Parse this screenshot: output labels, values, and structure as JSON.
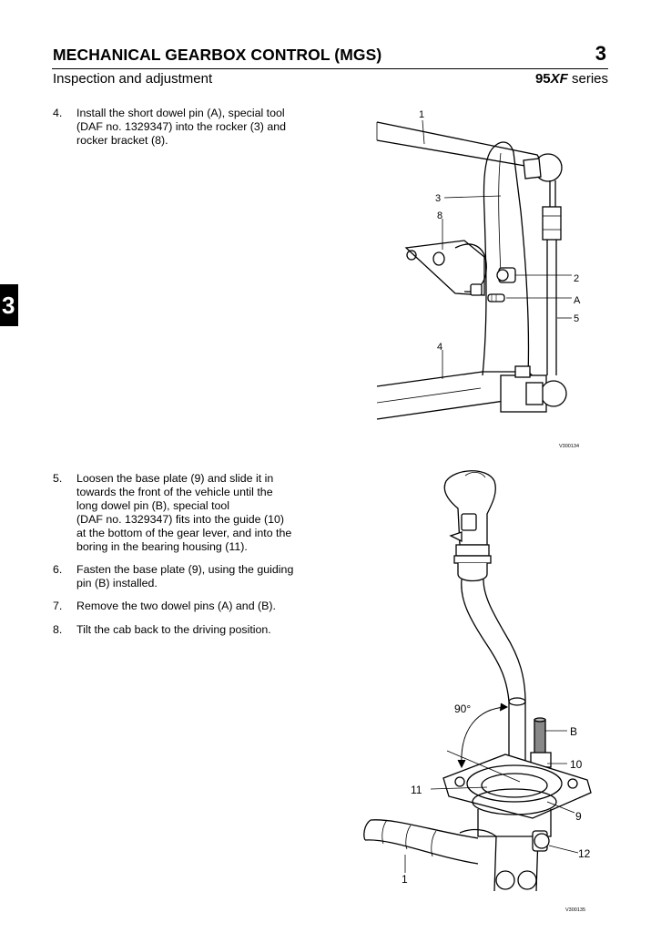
{
  "header": {
    "title": "MECHANICAL GEARBOX CONTROL (MGS)",
    "chapter_number": "3",
    "subtitle": "Inspection and adjustment",
    "series_prefix": "95",
    "series_model": "XF",
    "series_suffix": " series"
  },
  "side_tab": "3",
  "steps": [
    {
      "num": "4.",
      "lines": [
        "Install the short dowel pin (A), special tool",
        "(DAF no. 1329347) into the rocker (3) and",
        "rocker bracket (8)."
      ]
    },
    {
      "num": "5.",
      "lines": [
        "Loosen the base plate (9) and slide it in",
        "towards the front of the vehicle until the",
        "long dowel pin (B), special tool",
        "(DAF no. 1329347) fits into the guide (10)",
        "at the bottom of the gear lever, and into the",
        "boring in the bearing housing (11)."
      ]
    },
    {
      "num": "6.",
      "lines": [
        "Fasten the base plate (9), using the guiding",
        "pin (B) installed."
      ]
    },
    {
      "num": "7.",
      "lines": [
        "Remove the two dowel pins (A) and (B)."
      ]
    },
    {
      "num": "8.",
      "lines": [
        "Tilt the cab back to the driving position."
      ]
    }
  ],
  "figure1": {
    "code": "V300134",
    "labels": {
      "l1": "1",
      "l3": "3",
      "l8": "8",
      "l2": "2",
      "lA": "A",
      "l5": "5",
      "l4": "4"
    }
  },
  "figure2": {
    "code": "V300135",
    "labels": {
      "angle": "90°",
      "lB": "B",
      "l10": "10",
      "l11": "11",
      "l9": "9",
      "l12": "12",
      "l1": "1"
    }
  }
}
